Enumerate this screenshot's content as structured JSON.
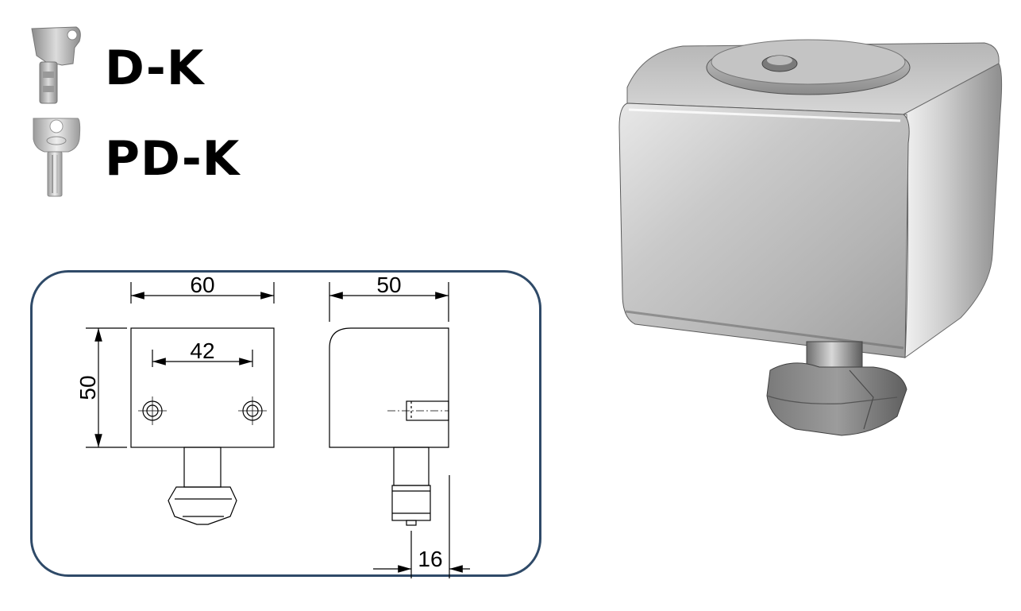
{
  "keys": [
    {
      "label": "D-K",
      "icon": "flat-key-icon"
    },
    {
      "label": "PD-K",
      "icon": "security-key-icon"
    }
  ],
  "drawing": {
    "front_view": {
      "width": "60",
      "hole_spacing": "42",
      "height": "50"
    },
    "side_view": {
      "depth": "50",
      "offset": "16"
    }
  },
  "colors": {
    "frame": "#2f4a68",
    "line": "#000000",
    "metal": "#bfbfbf"
  }
}
